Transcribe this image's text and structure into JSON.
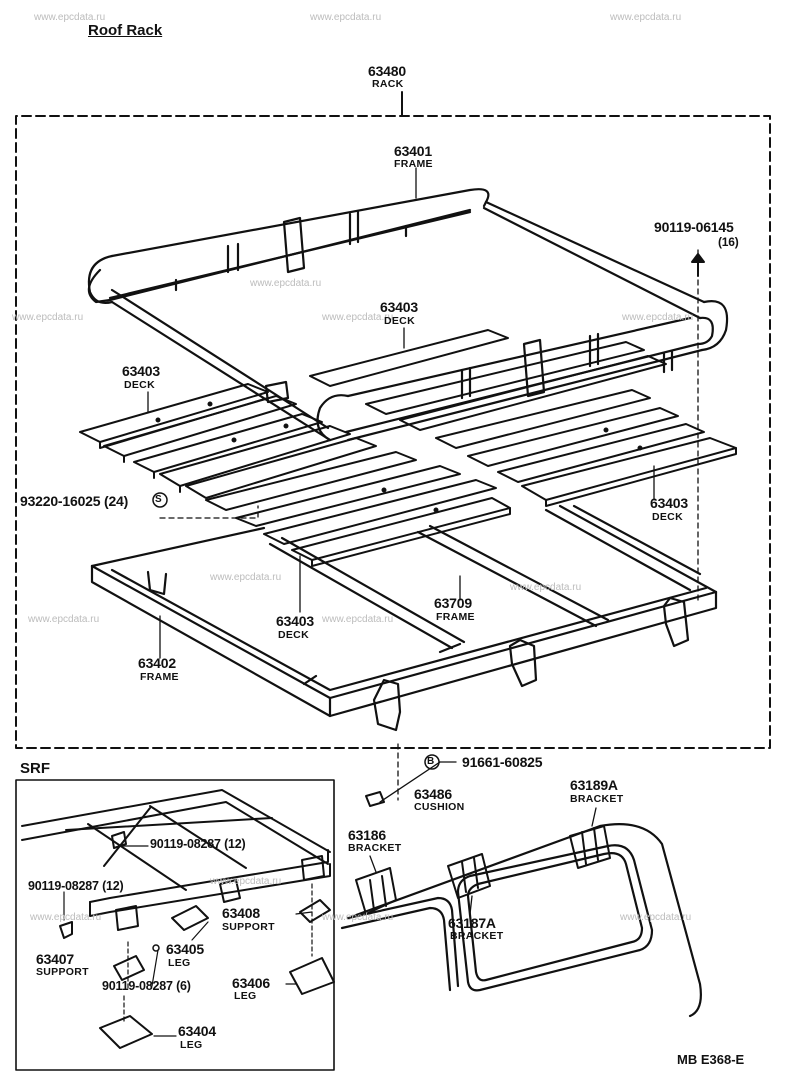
{
  "title": "Roof Rack",
  "watermark": "www.epcdata.ru",
  "section_srf": "SRF",
  "diagram_code": "MB  E368-E",
  "callouts": {
    "rack": {
      "number": "63480",
      "name": "RACK"
    },
    "frame_top": {
      "number": "63401",
      "name": "FRAME"
    },
    "bolt_16": {
      "number": "90119-06145",
      "qty": "(16)"
    },
    "deck_mid": {
      "number": "63403",
      "name": "DECK"
    },
    "deck_left": {
      "number": "63403",
      "name": "DECK"
    },
    "deck_right": {
      "number": "63403",
      "name": "DECK"
    },
    "screw_24": {
      "number": "93220-16025 (24)"
    },
    "deck_bottom": {
      "number": "63403",
      "name": "DECK"
    },
    "frame_cross": {
      "number": "63709",
      "name": "FRAME"
    },
    "frame_base": {
      "number": "63402",
      "name": "FRAME"
    },
    "nut": {
      "number": "91661-60825"
    },
    "cushion": {
      "number": "63486",
      "name": "CUSHION"
    },
    "bracket_a": {
      "number": "63189A",
      "name": "BRACKET"
    },
    "bracket_b": {
      "number": "63186",
      "name": "BRACKET"
    },
    "bracket_c": {
      "number": "63187A",
      "name": "BRACKET"
    },
    "srf_bolt_a": {
      "number": "90119-08287 (12)"
    },
    "srf_bolt_b": {
      "number": "90119-08287 (12)"
    },
    "support_a": {
      "number": "63408",
      "name": "SUPPORT"
    },
    "support_b": {
      "number": "63407",
      "name": "SUPPORT"
    },
    "leg_a": {
      "number": "63405",
      "name": "LEG"
    },
    "srf_bolt_c": {
      "number": "90119-08287 (6)"
    },
    "leg_b": {
      "number": "63406",
      "name": "LEG"
    },
    "leg_c": {
      "number": "63404",
      "name": "LEG"
    }
  },
  "symbols": {
    "circle_s": "S",
    "circle_b": "B"
  }
}
